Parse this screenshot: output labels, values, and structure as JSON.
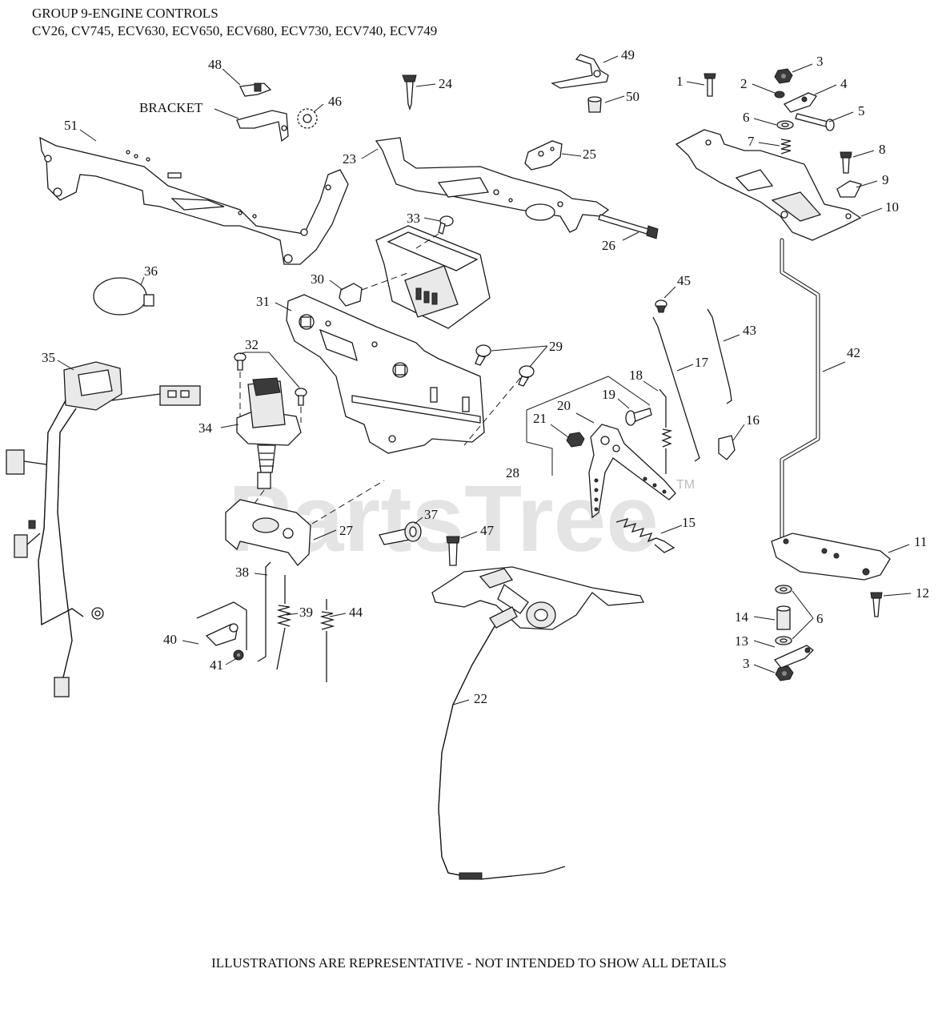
{
  "header": {
    "title": "GROUP 9-ENGINE CONTROLS",
    "models": "CV26, CV745, ECV630, ECV650, ECV680, ECV730, ECV740, ECV749"
  },
  "watermark": {
    "text": "PartsTree",
    "tm": "TM"
  },
  "footer": "ILLUSTRATIONS ARE REPRESENTATIVE - NOT INTENDED TO SHOW ALL DETAILS",
  "callouts": {
    "c1": "1",
    "c2": "2",
    "c3a": "3",
    "c3b": "3",
    "c4": "4",
    "c5": "5",
    "c6a": "6",
    "c6b": "6",
    "c7": "7",
    "c8": "8",
    "c9": "9",
    "c10": "10",
    "c11": "11",
    "c12": "12",
    "c13": "13",
    "c14": "14",
    "c15": "15",
    "c16": "16",
    "c17": "17",
    "c18": "18",
    "c19": "19",
    "c20": "20",
    "c21": "21",
    "c22": "22",
    "c23": "23",
    "c24": "24",
    "c25": "25",
    "c26": "26",
    "c27": "27",
    "c28": "28",
    "c29": "29",
    "c30": "30",
    "c31": "31",
    "c32": "32",
    "c33": "33",
    "c34": "34",
    "c35": "35",
    "c36": "36",
    "c37": "37",
    "c38": "38",
    "c39": "39",
    "c40": "40",
    "c41": "41",
    "c42": "42",
    "c43": "43",
    "c44": "44",
    "c45": "45",
    "c46": "46",
    "c47": "47",
    "c48": "48",
    "c49": "49",
    "c50": "50",
    "c51": "51",
    "bracket": "BRACKET"
  }
}
